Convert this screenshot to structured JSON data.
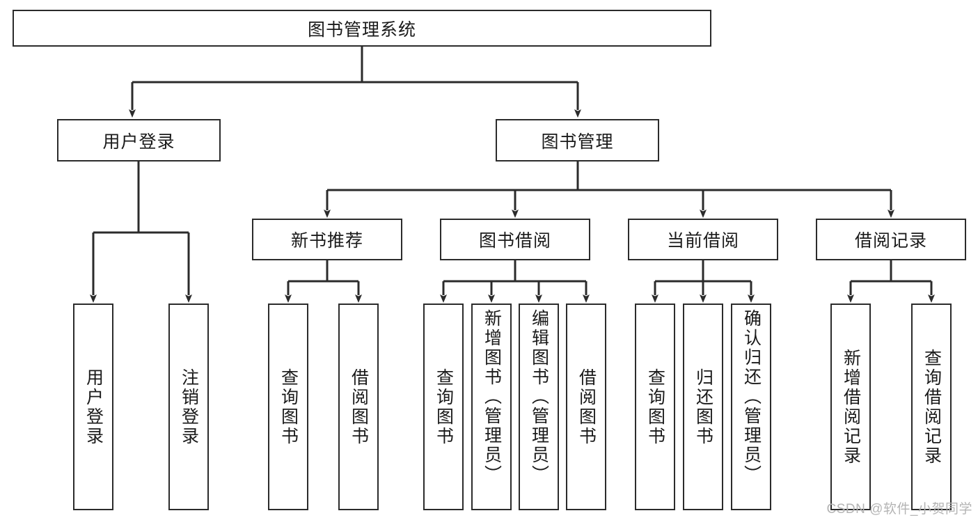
{
  "diagram": {
    "type": "tree-hierarchy",
    "title": "图书管理系统",
    "watermark": "CSDN @软件_小贺同学",
    "root": {
      "label": "图书管理系统"
    },
    "level2": [
      {
        "label": "用户登录"
      },
      {
        "label": "图书管理"
      }
    ],
    "level3": [
      {
        "label": "新书推荐"
      },
      {
        "label": "图书借阅"
      },
      {
        "label": "当前借阅"
      },
      {
        "label": "借阅记录"
      }
    ],
    "leaves": {
      "user_login": [
        {
          "label": "用户登录"
        },
        {
          "label": "注销登录"
        }
      ],
      "new_book_recommend": [
        {
          "label": "查询图书"
        },
        {
          "label": "借阅图书"
        }
      ],
      "book_borrow": [
        {
          "label": "查询图书"
        },
        {
          "label": "新增图书（管理员）"
        },
        {
          "label": "编辑图书（管理员）"
        },
        {
          "label": "借阅图书"
        }
      ],
      "current_borrow": [
        {
          "label": "查询图书"
        },
        {
          "label": "归还图书"
        },
        {
          "label": "确认归还（管理员）"
        }
      ],
      "borrow_record": [
        {
          "label": "新增借阅记录"
        },
        {
          "label": "查询借阅记录"
        }
      ]
    },
    "colors": {
      "stroke": "#2b2b2b",
      "fill": "#ffffff",
      "text": "#1a1a1a",
      "watermark": "#b4b4b4"
    }
  }
}
